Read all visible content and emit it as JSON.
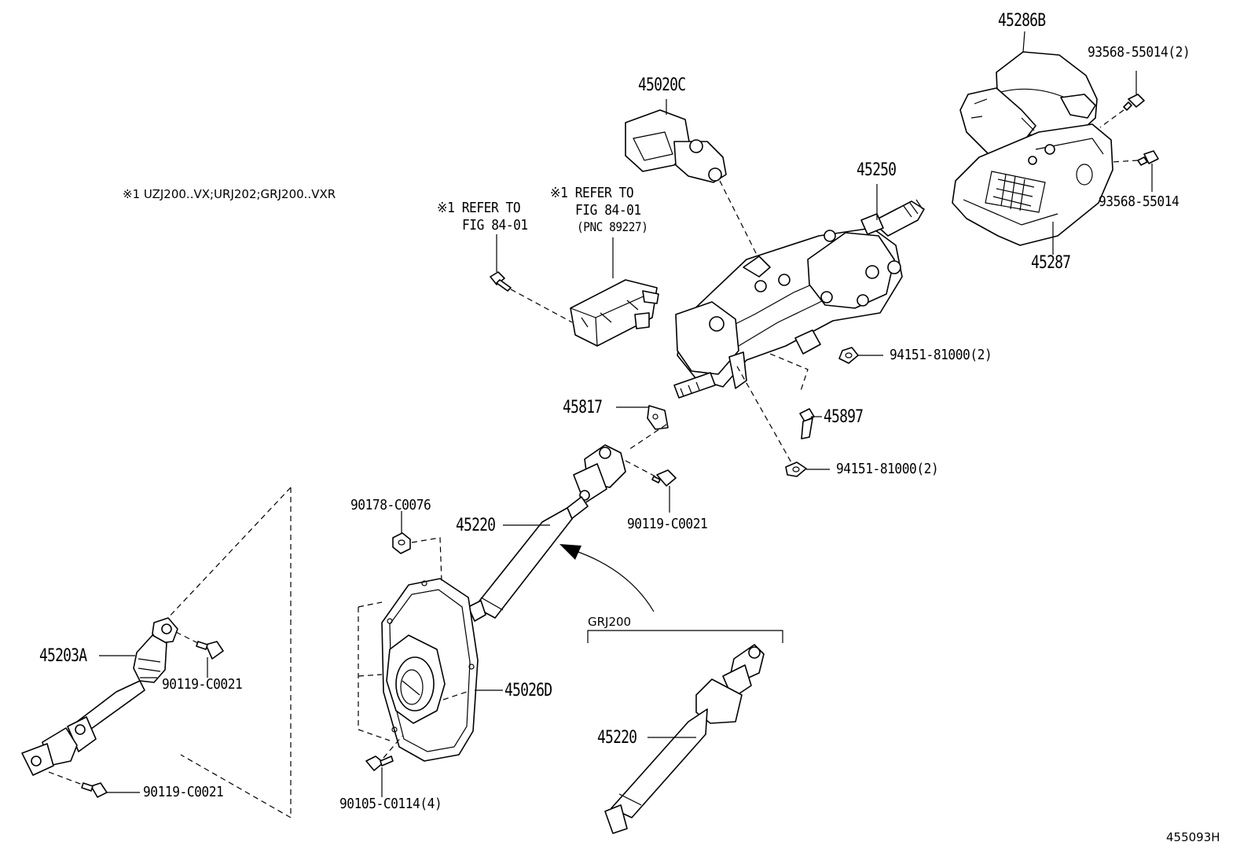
{
  "diagram": {
    "note": "※1 UZJ200..VX;URJ202;GRJ200..VXR",
    "refer_left": {
      "line1": "※1 REFER TO",
      "line2": "FIG 84-01"
    },
    "refer_right": {
      "line1": "※1 REFER TO",
      "line2": "FIG 84-01",
      "line3": "(PNC 89227)"
    },
    "variant_label": "GRJ200",
    "figure_code": "455093H",
    "callouts": {
      "p45286B": "45286B",
      "p93568_55014_2": "93568-55014(2)",
      "p45020C": "45020C",
      "p45250": "45250",
      "p93568_55014": "93568-55014",
      "p45287": "45287",
      "p94151_81000_2a": "94151-81000(2)",
      "p45817": "45817",
      "p45897": "45897",
      "p94151_81000_2b": "94151-81000(2)",
      "p90178_C0076": "90178-C0076",
      "p45220_upper": "45220",
      "p90119_C0021_right": "90119-C0021",
      "p45203A": "45203A",
      "p90119_C0021_mid": "90119-C0021",
      "p45026D": "45026D",
      "p90119_C0021_bottom": "90119-C0021",
      "p90105_C0114_4": "90105-C0114(4)",
      "p45220_lower": "45220"
    }
  }
}
